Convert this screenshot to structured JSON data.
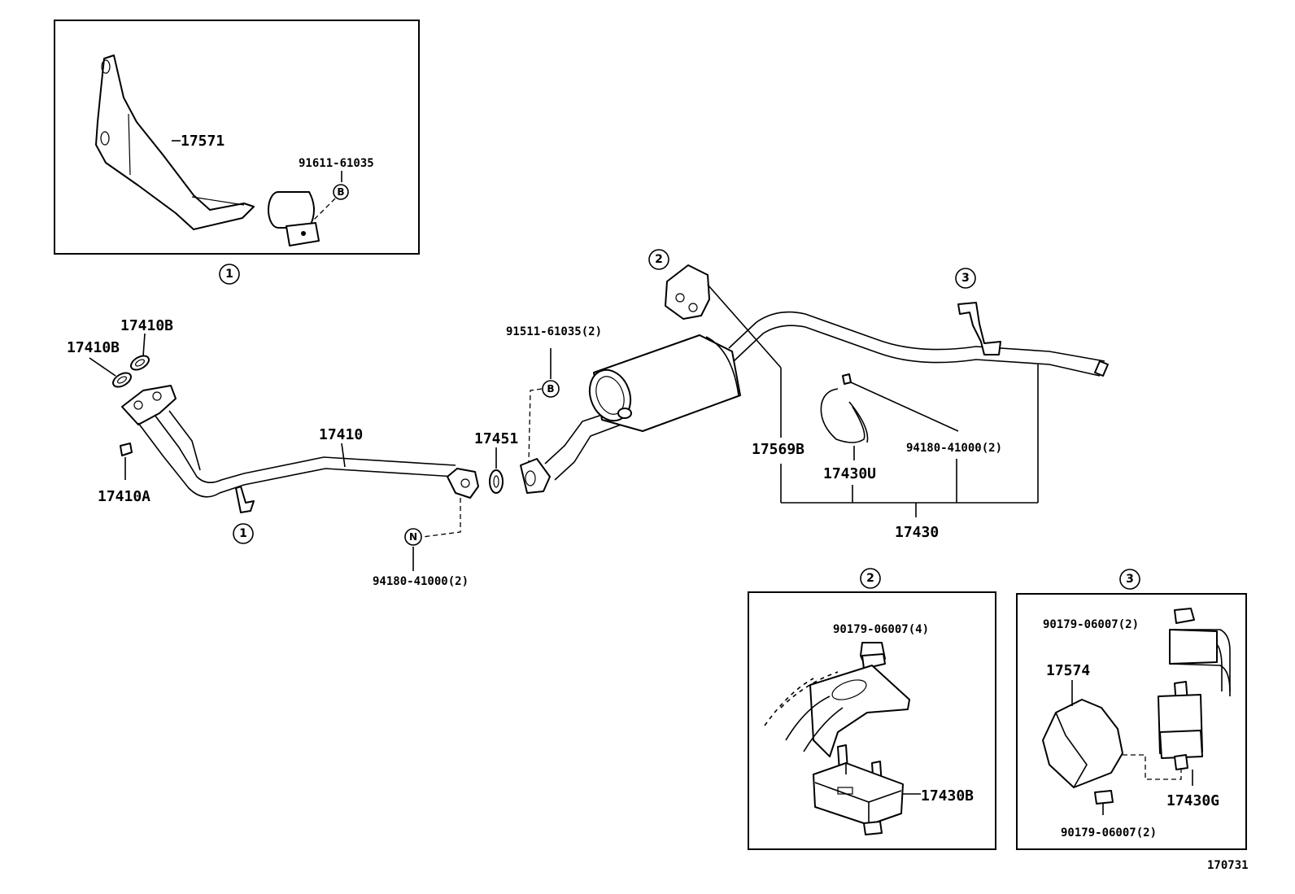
{
  "parts": {
    "p17571": "17571",
    "p91611": "91611-61035",
    "p17410B_a": "17410B",
    "p17410B_b": "17410B",
    "p17410A": "17410A",
    "p17410": "17410",
    "p17451": "17451",
    "p91511": "91511-61035(2)",
    "p94180_front": "94180-41000(2)",
    "p17569B": "17569B",
    "p17430U": "17430U",
    "p94180_rear": "94180-41000(2)",
    "p17430": "17430",
    "p90179_4": "90179-06007(4)",
    "p17430B": "17430B",
    "p90179_2a": "90179-06007(2)",
    "p17574": "17574",
    "p17430G": "17430G",
    "p90179_2b": "90179-06007(2)"
  },
  "callouts": {
    "c1_top": "1",
    "c1_pipe": "1",
    "c2_top": "2",
    "c3_top": "3",
    "c2_box": "2",
    "c3_box": "3",
    "b_clamp": "B",
    "b_pipe": "B",
    "n_flange": "N"
  },
  "footer": {
    "code": "170731"
  }
}
